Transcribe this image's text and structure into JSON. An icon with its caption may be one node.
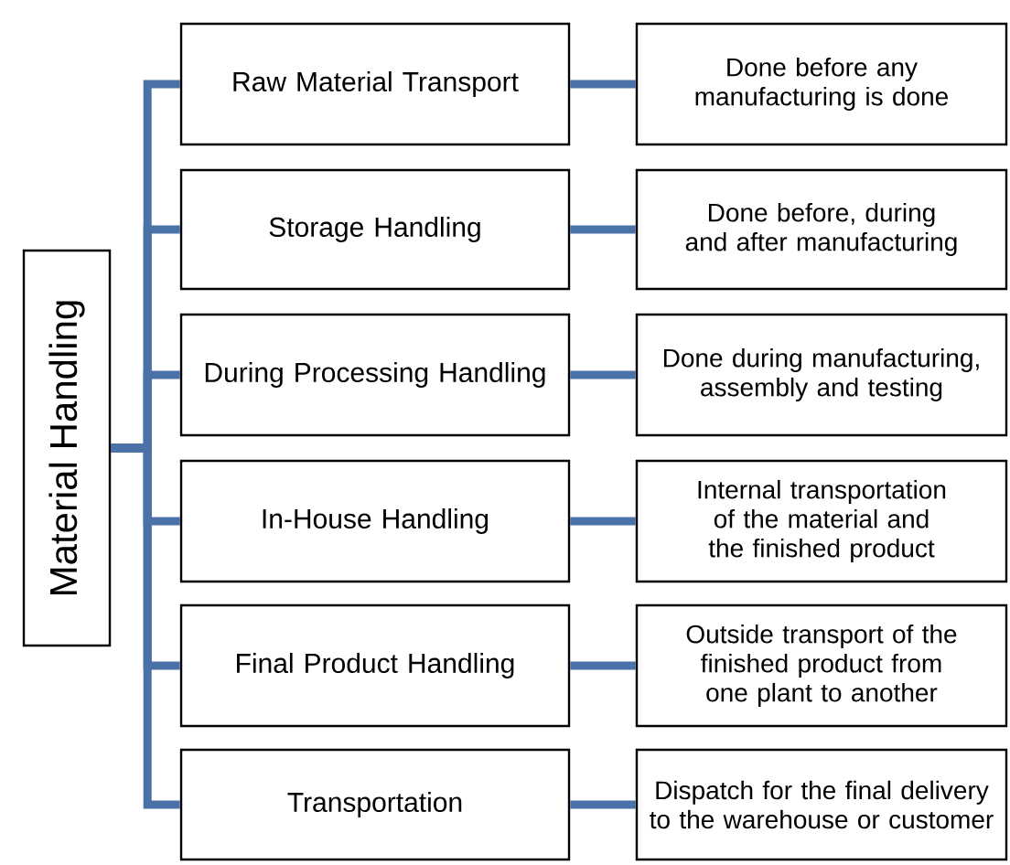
{
  "diagram": {
    "nodes": [
      {
        "text": [
          "Material Handling"
        ]
      },
      {
        "text": [
          "Raw Material Transport"
        ]
      },
      {
        "text": [
          "Storage Handling"
        ]
      },
      {
        "text": [
          "During Processing Handling"
        ]
      },
      {
        "text": [
          "In-House Handling"
        ]
      },
      {
        "text": [
          "Final Product Handling"
        ]
      },
      {
        "text": [
          "Transportation"
        ]
      },
      {
        "text": [
          "Done before any manufacturing is done"
        ]
      },
      {
        "text": [
          "Done before, during and after manufacturing"
        ]
      },
      {
        "text": [
          "Done during manufacturing, assembly and testing"
        ]
      },
      {
        "text": [
          "Internal transportation of the material and the finished product"
        ]
      },
      {
        "text": [
          "Outside transport of the finished product from one plant to another"
        ]
      },
      {
        "text": [
          "Dispatch for the final delivery to the warehouse or customer"
        ]
      }
    ],
    "edges": [
      {
        "from": 0,
        "to": 1,
        "arrow": "none"
      },
      {
        "from": 0,
        "to": 2,
        "arrow": "none"
      },
      {
        "from": 0,
        "to": 3,
        "arrow": "none"
      },
      {
        "from": 0,
        "to": 4,
        "arrow": "none"
      },
      {
        "from": 0,
        "to": 5,
        "arrow": "none"
      },
      {
        "from": 0,
        "to": 6,
        "arrow": "none"
      },
      {
        "from": 1,
        "to": 7,
        "arrow": "none"
      },
      {
        "from": 2,
        "to": 8,
        "arrow": "none"
      },
      {
        "from": 3,
        "to": 9,
        "arrow": "none"
      },
      {
        "from": 4,
        "to": 10,
        "arrow": "none"
      },
      {
        "from": 5,
        "to": 11,
        "arrow": "none"
      },
      {
        "from": 6,
        "to": 12,
        "arrow": "none"
      }
    ]
  }
}
